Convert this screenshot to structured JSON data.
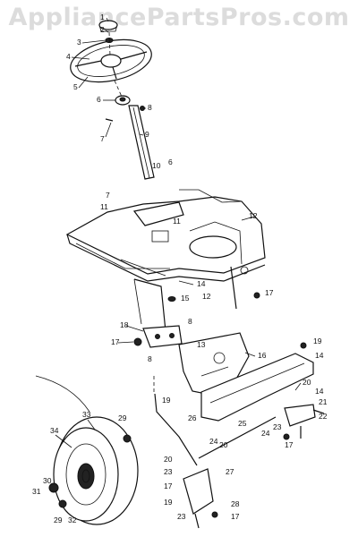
{
  "watermark": "AppliancePartsPros.com",
  "labels": [
    "1",
    "2",
    "3",
    "4",
    "5",
    "6",
    "7",
    "8",
    "9",
    "10",
    "11",
    "12",
    "13",
    "14",
    "15",
    "16",
    "17",
    "18",
    "19",
    "20",
    "21",
    "22",
    "23",
    "24",
    "25",
    "26",
    "27",
    "28",
    "29",
    "30",
    "31",
    "32",
    "33",
    "34"
  ]
}
